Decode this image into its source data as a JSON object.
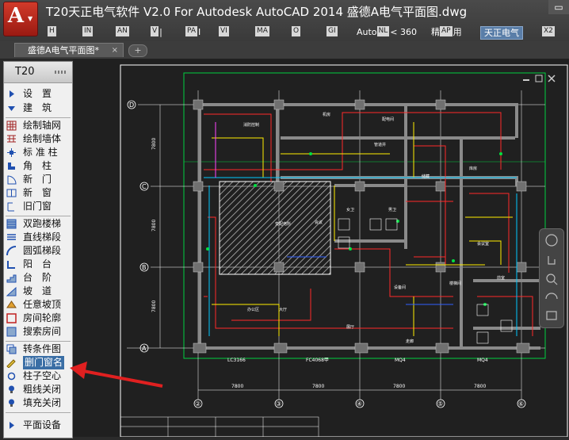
{
  "app": {
    "title": "T20天正电气软件 V2.0 For Autodesk AutoCAD 2014     盛德A电气平面图.dwg",
    "logo_letter": "A"
  },
  "ribbon": [
    {
      "key": "H",
      "label": ""
    },
    {
      "key": "IN",
      "label": ""
    },
    {
      "key": "AN",
      "label": ""
    },
    {
      "key": "V",
      "label": "|"
    },
    {
      "key": "PA",
      "label": "Ⅰ"
    },
    {
      "key": "VI",
      "label": ""
    },
    {
      "key": "MA",
      "label": ""
    },
    {
      "key": "O",
      "label": ""
    },
    {
      "key": "GI",
      "label": ""
    },
    {
      "key": "NL",
      "label": "Auto",
      "suffix": "< 360"
    },
    {
      "key": "AP",
      "label": "精",
      "suffix": "用"
    },
    {
      "key": "",
      "label": "天正电气"
    },
    {
      "key": "X2",
      "label": ""
    }
  ],
  "doc_tab": {
    "label": "盛德A电气平面图*",
    "close": "×",
    "new": "+"
  },
  "palette": {
    "title": "T20",
    "items": [
      {
        "label": "设　置",
        "icon": "triangle-right-icon"
      },
      {
        "label": "建　筑",
        "icon": "triangle-right-icon"
      },
      {
        "label": "绘制轴网",
        "icon": "grid-icon"
      },
      {
        "label": "绘制墙体",
        "icon": "wall-icon"
      },
      {
        "label": "标 准 柱",
        "icon": "column-icon"
      },
      {
        "label": "角　柱",
        "icon": "corner-column-icon"
      },
      {
        "label": "新　门",
        "icon": "door-icon"
      },
      {
        "label": "新　窗",
        "icon": "window-icon"
      },
      {
        "label": "旧门窗",
        "icon": "old-door-window-icon"
      },
      {
        "label": "双跑楼梯",
        "icon": "stair-icon"
      },
      {
        "label": "直线梯段",
        "icon": "straight-stair-icon"
      },
      {
        "label": "圆弧梯段",
        "icon": "arc-stair-icon"
      },
      {
        "label": "阳　台",
        "icon": "balcony-icon"
      },
      {
        "label": "台　阶",
        "icon": "step-icon"
      },
      {
        "label": "坡　道",
        "icon": "ramp-icon"
      },
      {
        "label": "任意坡顶",
        "icon": "roof-icon"
      },
      {
        "label": "房间轮廓",
        "icon": "room-outline-icon"
      },
      {
        "label": "搜索房间",
        "icon": "room-search-icon"
      },
      {
        "label": "转条件图",
        "icon": "convert-icon"
      },
      {
        "label": "删门窗名",
        "icon": "delete-name-icon"
      },
      {
        "label": "柱子空心",
        "icon": "hollow-column-icon"
      },
      {
        "label": "粗线关闭",
        "icon": "bulb-icon"
      },
      {
        "label": "填充关闭",
        "icon": "bulb-icon"
      },
      {
        "label": "平面设备",
        "icon": "triangle-right-icon"
      }
    ]
  },
  "drawing": {
    "axes_rows": [
      "D",
      "C",
      "B",
      "A"
    ],
    "axes_cols": [
      "②",
      "③",
      "④",
      "⑤",
      "⑥"
    ],
    "dims_bottom": [
      "7800",
      "7800",
      "7800",
      "7800"
    ],
    "dims_left": [
      "7800",
      "7800",
      "7800"
    ],
    "wall_labels": [
      "LC3166",
      "FC4068甲",
      "MQ4",
      "MQ4"
    ],
    "rooms": [
      "消防控制",
      "机房",
      "配电间",
      "库房",
      "变配电所",
      "会议",
      "女卫",
      "男卫",
      "储藏",
      "管道井",
      "会议室",
      "办公区",
      "楼梯间",
      "走廊",
      "前室",
      "设备间",
      "大厅",
      "展厅"
    ]
  },
  "colors": {
    "title_bg": "#3a3a3a",
    "canvas_bg": "#202020",
    "palette_bg": "#f0f0f0",
    "highlight": "#3a6ea5",
    "arrow": "#e02020"
  }
}
